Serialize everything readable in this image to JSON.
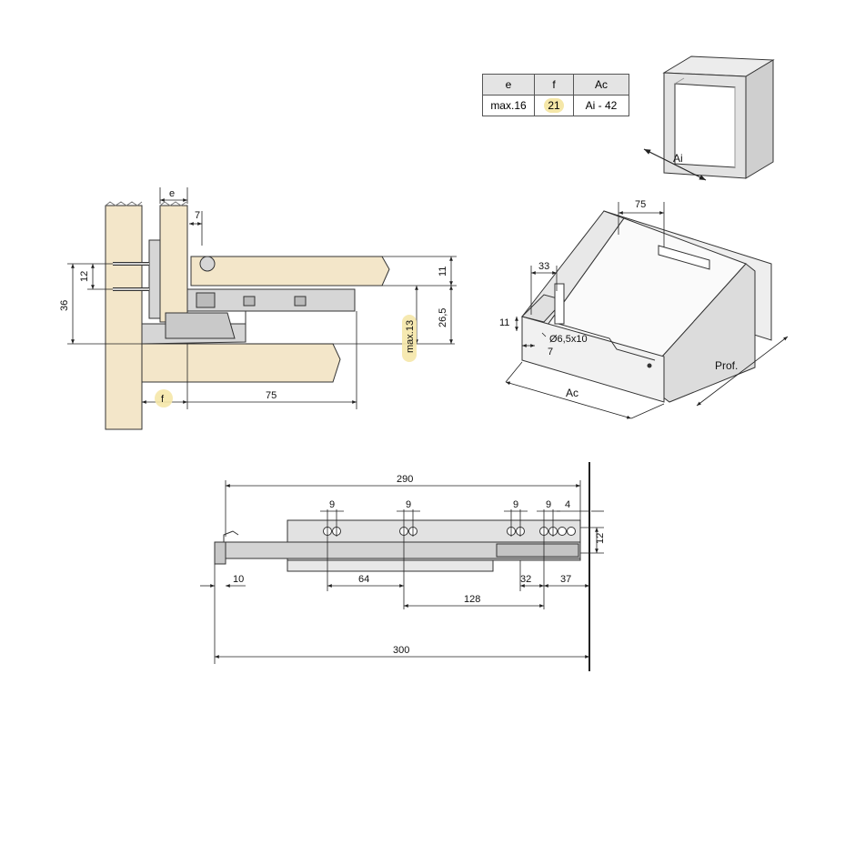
{
  "table": {
    "headers": [
      "e",
      "f",
      "Ac"
    ],
    "values": [
      "max.16",
      "21",
      "Ai - 42"
    ]
  },
  "cabinet": {
    "inner_width_label": "Ai"
  },
  "section": {
    "e": "e",
    "d7": "7",
    "d12": "12",
    "d36": "36",
    "d11": "11",
    "d26": "26,5",
    "max13": "max.13",
    "f": "f",
    "d75": "75"
  },
  "drawer": {
    "d75": "75",
    "d33": "33",
    "d11": "11",
    "hole": "Ø6,5x10",
    "d7": "7",
    "ac": "Ac",
    "prof": "Prof."
  },
  "runner": {
    "d290": "290",
    "d9a": "9",
    "d9b": "9",
    "d9c": "9",
    "d9d": "9",
    "d4": "4",
    "d12": "12",
    "d10": "10",
    "d64": "64",
    "d32": "32",
    "d37": "37",
    "d128": "128",
    "d300": "300"
  },
  "colors": {
    "wood": "#f3e6c9",
    "metal": "#d6d6d6",
    "line": "#222222",
    "highlight": "#f5e7a8"
  }
}
